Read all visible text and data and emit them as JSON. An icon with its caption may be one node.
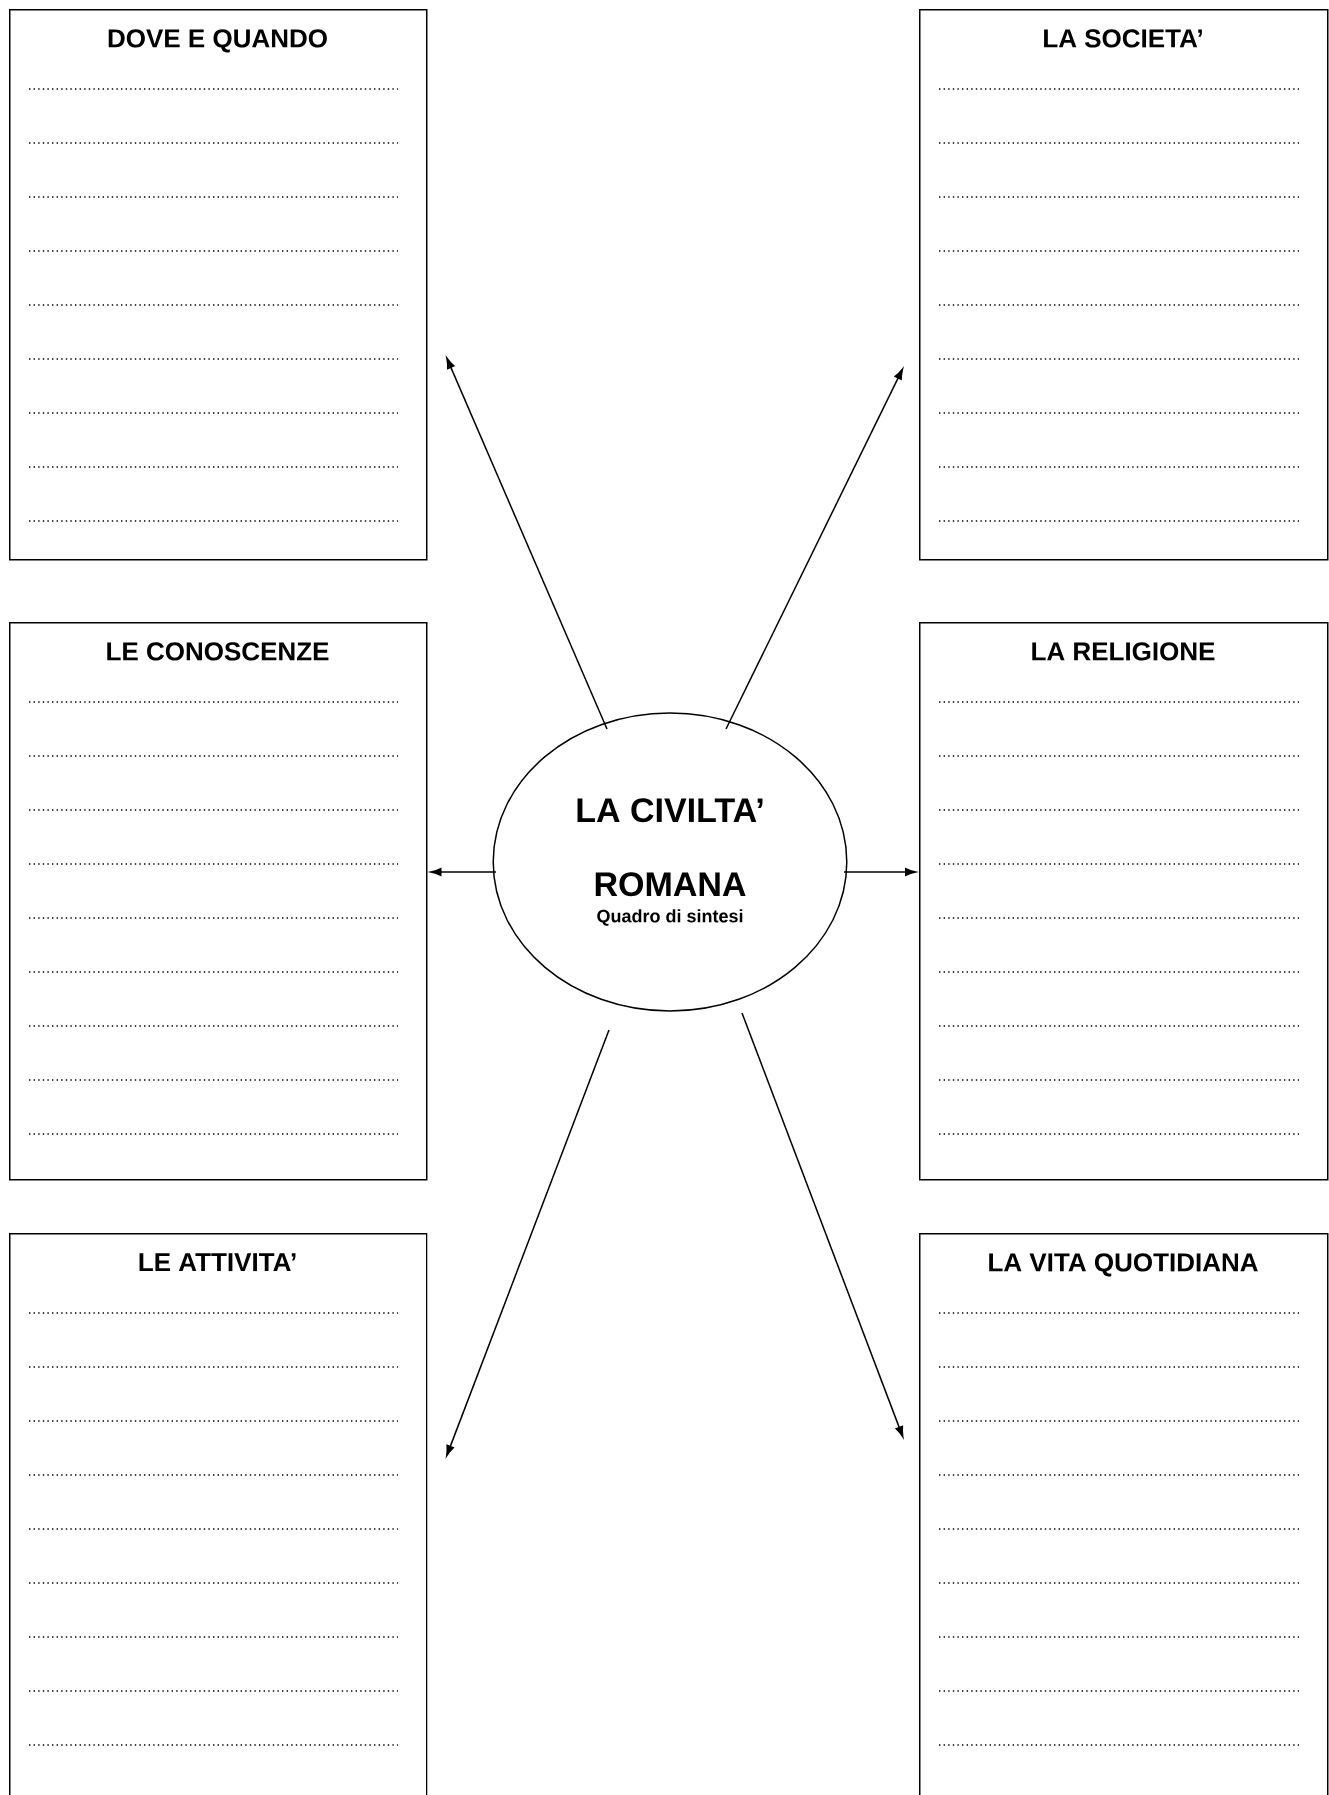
{
  "diagram": {
    "nodes": [
      {
        "text": [
          "DOVE E QUANDO"
        ]
      },
      {
        "text": [
          "LA SOCIETA’"
        ]
      },
      {
        "text": [
          "LE CONOSCENZE"
        ]
      },
      {
        "text": [
          "LA CIVILTA’ ROMANA",
          "Quadro di sintesi"
        ]
      },
      {
        "text": [
          "LA RELIGIONE"
        ]
      },
      {
        "text": [
          "LE ATTIVITA’"
        ]
      },
      {
        "text": [
          "LA VITA QUOTIDIANA"
        ]
      }
    ],
    "edges": [
      {
        "from": 3,
        "to": 0,
        "arrow": "to"
      },
      {
        "from": 3,
        "to": 1,
        "arrow": "to"
      },
      {
        "from": 3,
        "to": 2,
        "arrow": "to"
      },
      {
        "from": 3,
        "to": 4,
        "arrow": "to"
      },
      {
        "from": 3,
        "to": 5,
        "arrow": "to"
      },
      {
        "from": 3,
        "to": 6,
        "arrow": "to"
      }
    ]
  }
}
